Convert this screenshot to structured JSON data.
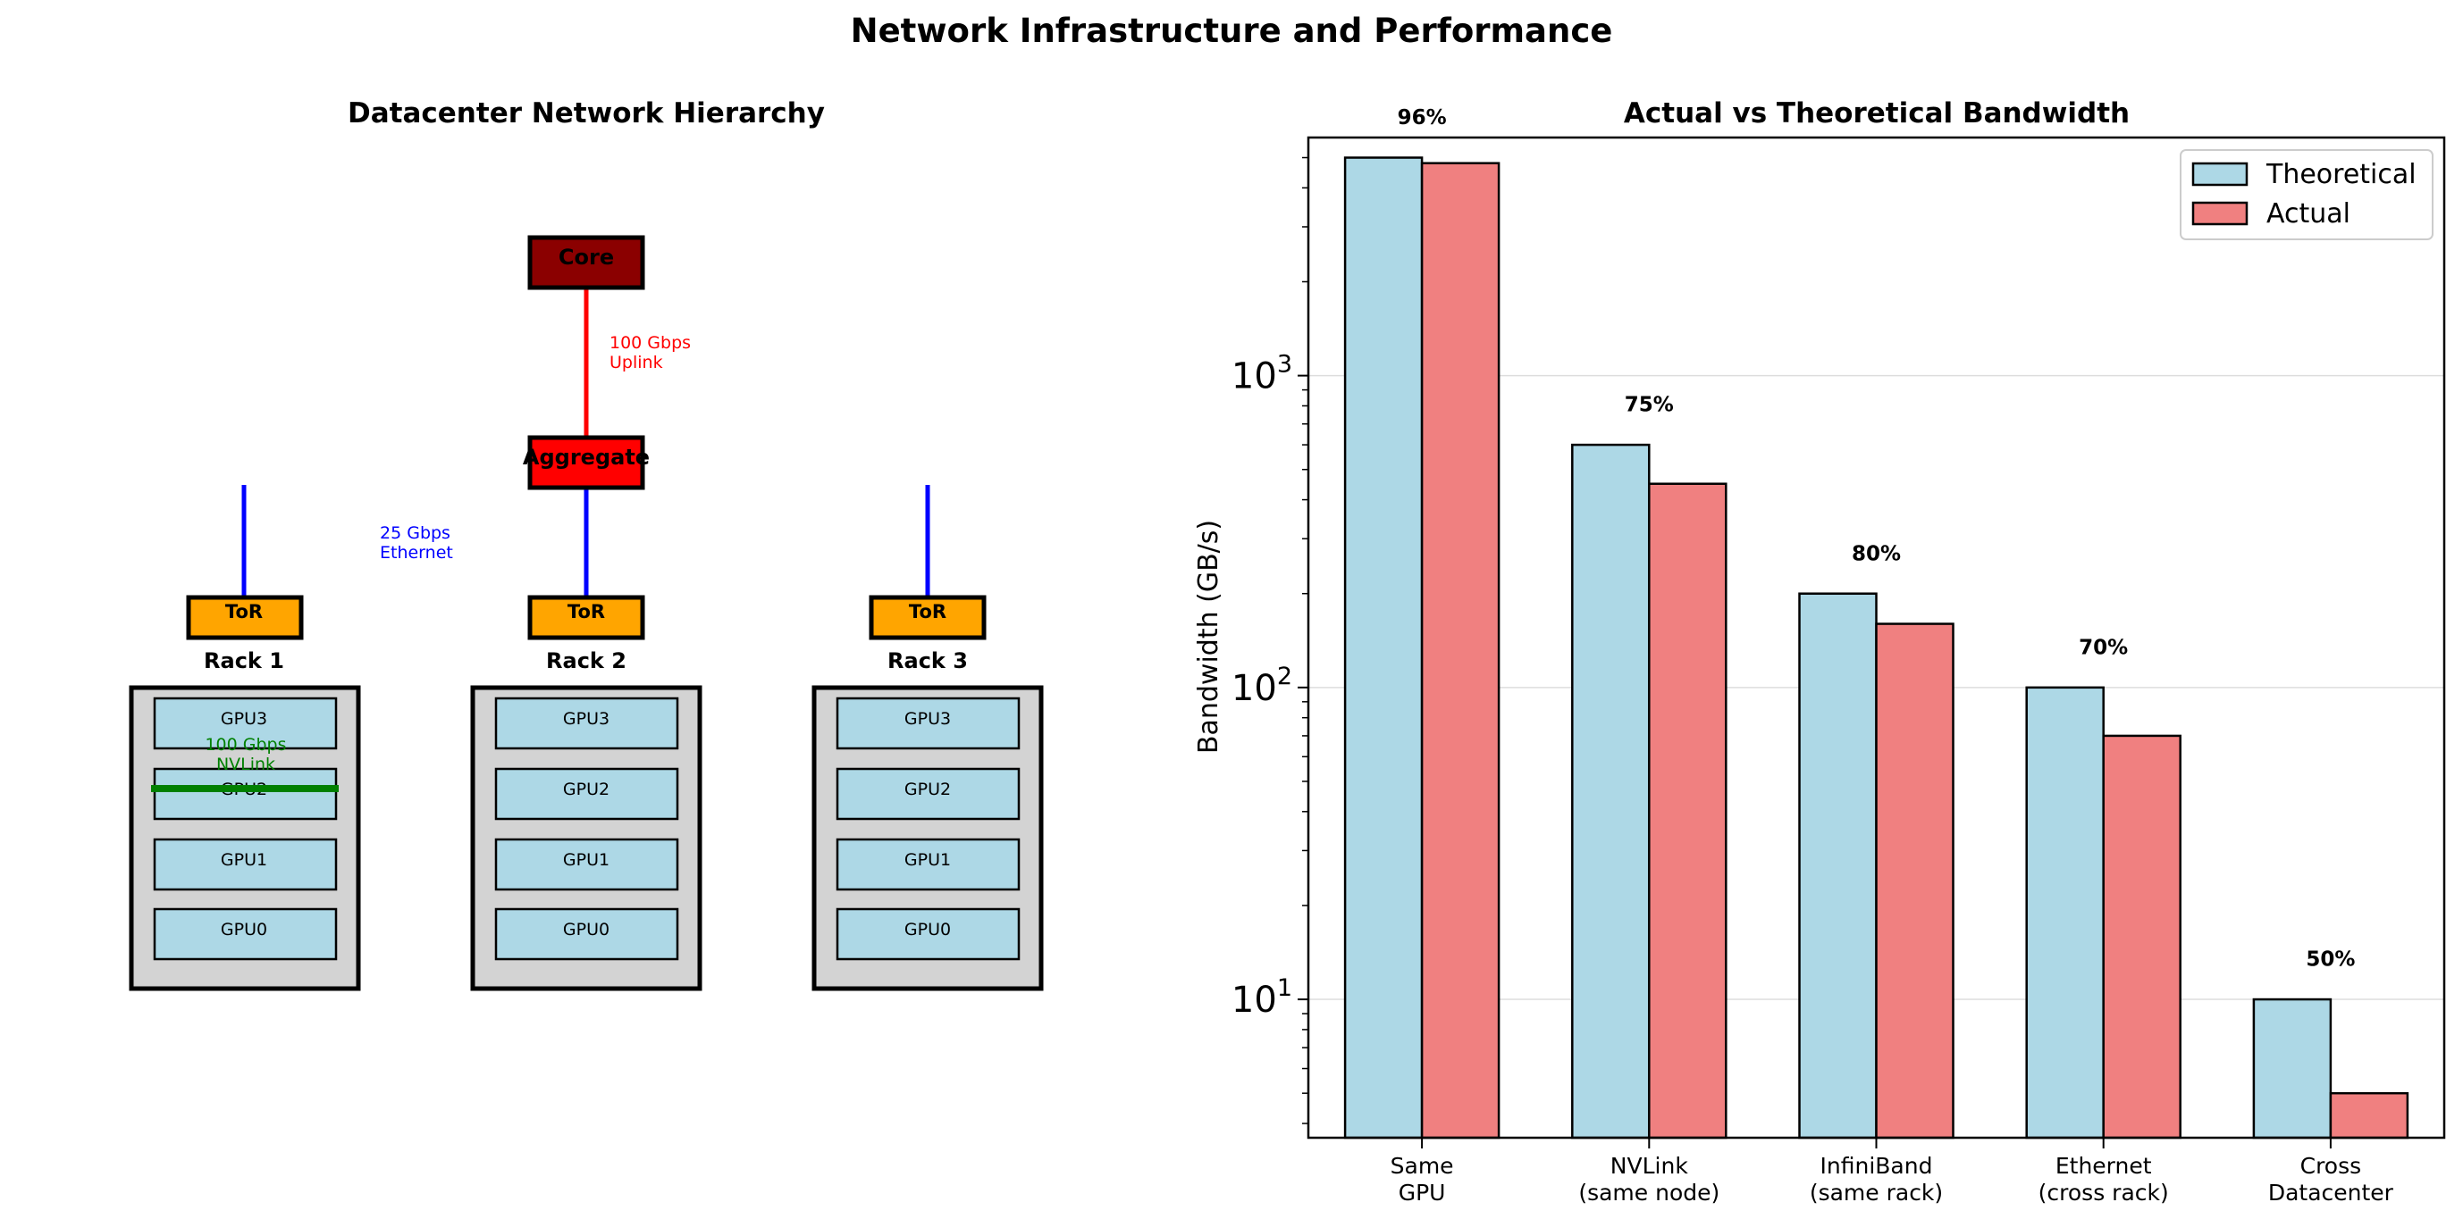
{
  "figure": {
    "title": "Network Infrastructure and Performance"
  },
  "hierarchy": {
    "title": "Datacenter Network Hierarchy",
    "core_label": "Core",
    "aggregate_label": "Aggregate",
    "uplink_label_line1": "100 Gbps",
    "uplink_label_line2": "Uplink",
    "ethernet_label_line1": "25 Gbps",
    "ethernet_label_line2": "Ethernet",
    "nvlink_label_line1": "100 Gbps",
    "nvlink_label_line2": "NVLink",
    "racks": [
      {
        "name": "Rack 1",
        "tor": "ToR",
        "gpus": [
          "GPU3",
          "GPU2",
          "GPU1",
          "GPU0"
        ]
      },
      {
        "name": "Rack 2",
        "tor": "ToR",
        "gpus": [
          "GPU3",
          "GPU2",
          "GPU1",
          "GPU0"
        ]
      },
      {
        "name": "Rack 3",
        "tor": "ToR",
        "gpus": [
          "GPU3",
          "GPU2",
          "GPU1",
          "GPU0"
        ]
      }
    ],
    "colors": {
      "core": "#8b0000",
      "aggregate": "#ff0000",
      "tor": "#ffa500",
      "rack": "#d3d3d3",
      "gpu": "#add8e6",
      "uplink": "#ff0000",
      "ethernet": "#0000ff",
      "nvlink": "#008000"
    }
  },
  "chart_data": {
    "type": "bar",
    "title": "Actual vs Theoretical Bandwidth",
    "xlabel": "",
    "ylabel": "Bandwidth (GB/s)",
    "yscale": "log",
    "ylim": [
      3.6,
      5800
    ],
    "grid": "y",
    "legend_position": "top-right",
    "categories": [
      [
        "Same",
        "GPU"
      ],
      [
        "NVLink",
        "(same node)"
      ],
      [
        "InfiniBand",
        "(same rack)"
      ],
      [
        "Ethernet",
        "(cross rack)"
      ],
      [
        "Cross",
        "Datacenter"
      ]
    ],
    "series": [
      {
        "name": "Theoretical",
        "color": "#add8e6",
        "values": [
          5000,
          600,
          200,
          100,
          10
        ]
      },
      {
        "name": "Actual",
        "color": "#f08080",
        "values": [
          4800,
          450,
          160,
          70,
          5
        ]
      }
    ],
    "efficiency_labels": [
      "96%",
      "75%",
      "80%",
      "70%",
      "50%"
    ]
  }
}
